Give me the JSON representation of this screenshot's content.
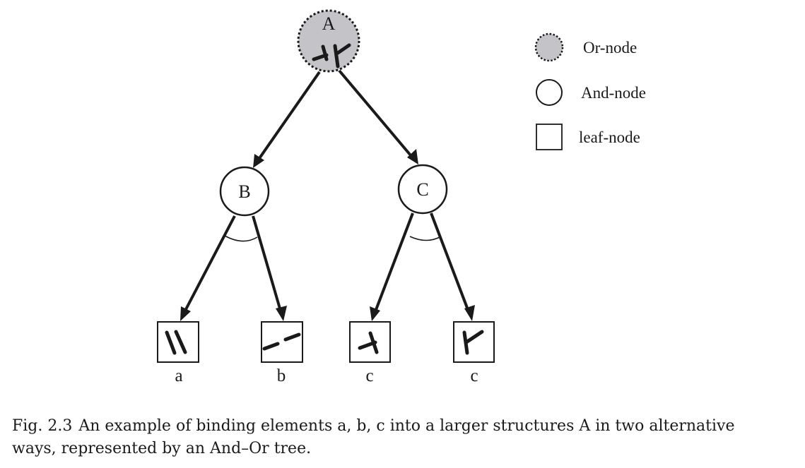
{
  "colors": {
    "ink": "#1a1a1a",
    "or_fill": "#c4c4c8",
    "node_fill": "#ffffff"
  },
  "nodes": {
    "A": {
      "label": "A",
      "type": "or"
    },
    "B": {
      "label": "B",
      "type": "and"
    },
    "C": {
      "label": "C",
      "type": "and"
    }
  },
  "leaves": [
    {
      "label": "a",
      "glyph": "parallel-bars"
    },
    {
      "label": "b",
      "glyph": "dashed-line"
    },
    {
      "label": "c",
      "glyph": "inverted-t-left"
    },
    {
      "label": "c",
      "glyph": "t-right"
    }
  ],
  "legend": {
    "or_node": "Or-node",
    "and_node": "And-node",
    "leaf_node": "leaf-node"
  },
  "caption": {
    "prefix": "Fig. 2.3",
    "line1": "An example of binding elements a, b, c into a larger structures A in two alternative",
    "line2": "ways, represented by an And–Or tree."
  }
}
